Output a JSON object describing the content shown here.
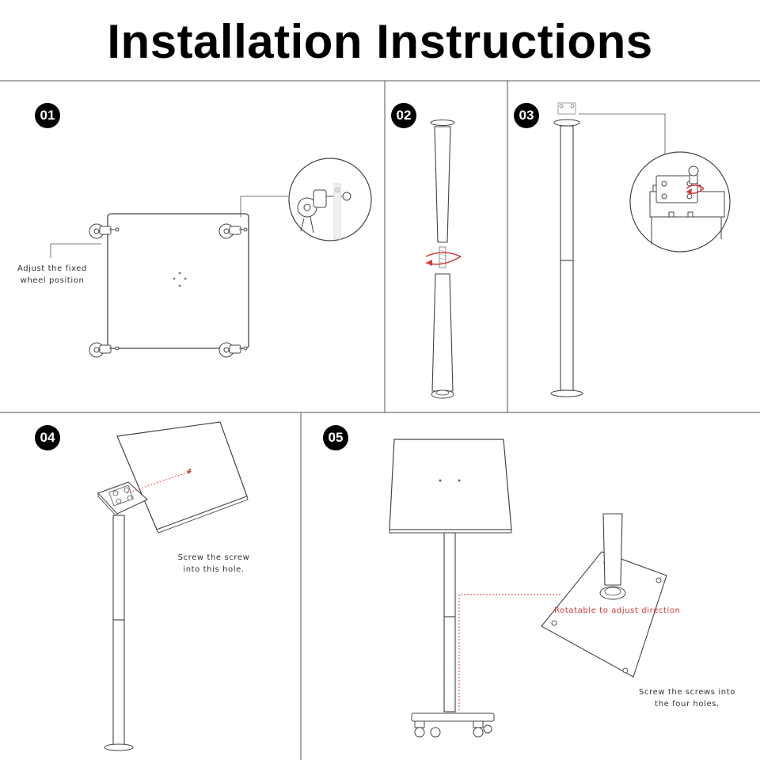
{
  "title": "Installation Instructions",
  "steps": [
    {
      "number": "01",
      "notes": [
        "Adjust the fixed",
        "wheel position"
      ]
    },
    {
      "number": "02"
    },
    {
      "number": "03"
    },
    {
      "number": "04",
      "notes": [
        "Screw the screw",
        "into this hole."
      ]
    },
    {
      "number": "05",
      "notes": [
        "Rotatable to adjust direction",
        "Screw the screws into",
        "the four holes."
      ]
    }
  ],
  "colors": {
    "line": "#666666",
    "accent": "#d23a3a",
    "badge": "#000000"
  }
}
